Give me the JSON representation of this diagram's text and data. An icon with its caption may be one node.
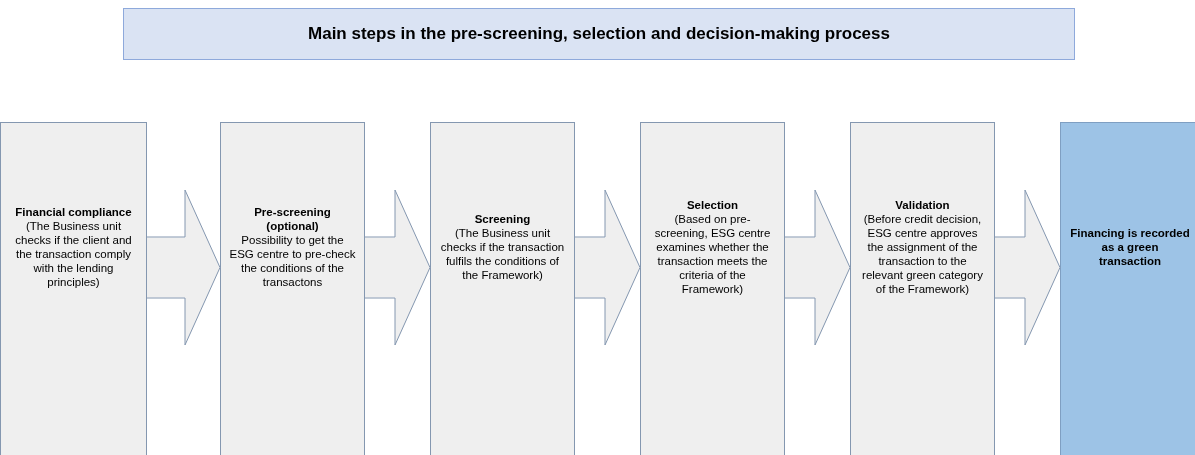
{
  "diagram": {
    "title": "Main steps in the pre-screening, selection and decision-making process",
    "nodes": [
      {
        "text": [
          "Financial compliance",
          "(The Business unit checks if the client and the transaction comply with the lending principles)"
        ]
      },
      {
        "text": [
          "Pre-screening (optional)",
          "Possibility to get the ESG centre to pre-check the conditions of the transactons"
        ]
      },
      {
        "text": [
          "Screening",
          "(The Business unit checks if the transaction fulfils the conditions of the Framework)"
        ]
      },
      {
        "text": [
          "Selection",
          "(Based on pre-screening, ESG centre examines whether the transaction meets the criteria of the Framework)"
        ]
      },
      {
        "text": [
          "Validation",
          "(Before credit decision, ESG centre approves the assignment of the transaction to the relevant green category of the Framework)"
        ]
      },
      {
        "text": [
          "Financing is recorded as a green transaction"
        ]
      }
    ],
    "edges": [
      {
        "from": 0,
        "to": 1,
        "arrow": "to"
      },
      {
        "from": 1,
        "to": 2,
        "arrow": "to"
      },
      {
        "from": 2,
        "to": 3,
        "arrow": "to"
      },
      {
        "from": 3,
        "to": 4,
        "arrow": "to"
      },
      {
        "from": 4,
        "to": 5,
        "arrow": "to"
      }
    ]
  }
}
